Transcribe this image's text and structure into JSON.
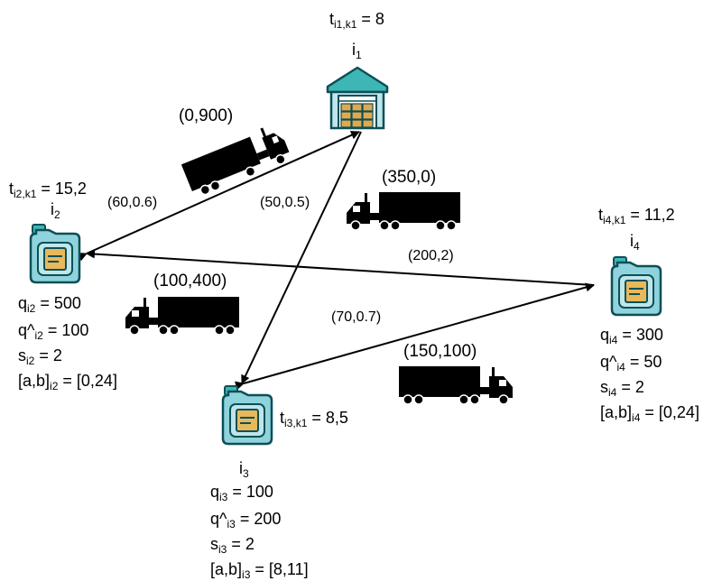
{
  "colors": {
    "accent": "#1a9e9e",
    "jerrycan_fill": "#8fd3dc",
    "jerrycan_label": "#e8b85a",
    "warehouse_roof": "#3fb6b6",
    "warehouse_box": "#e0a94c",
    "truck": "#000000",
    "arrow": "#000000"
  },
  "nodes": {
    "i1": {
      "label_base": "i",
      "label_sub": "1",
      "time_base": "t",
      "time_sub": "i1,k1",
      "time_value": "= 8",
      "icon": "warehouse-icon"
    },
    "i2": {
      "label_base": "i",
      "label_sub": "2",
      "time_base": "t",
      "time_sub": "i2,k1",
      "time_value": "= 15,2",
      "icon": "jerrycan-icon",
      "q_base": "q",
      "q_sub": "i2",
      "q_value": "= 500",
      "qhat_base": "q^",
      "qhat_sub": "i2",
      "qhat_value": "= 100",
      "s_base": "s",
      "s_sub": "i2",
      "s_value": "= 2",
      "ab_base": "[a,b]",
      "ab_sub": "i2",
      "ab_value": "= [0,24]"
    },
    "i3": {
      "label_base": "i",
      "label_sub": "3",
      "time_base": "t",
      "time_sub": "i3,k1",
      "time_value": "= 8,5",
      "icon": "jerrycan-icon",
      "q_base": "q",
      "q_sub": "i3",
      "q_value": "= 100",
      "qhat_base": "q^",
      "qhat_sub": "i3",
      "qhat_value": "= 200",
      "s_base": "s",
      "s_sub": "i3",
      "s_value": "= 2",
      "ab_base": "[a,b]",
      "ab_sub": "i3",
      "ab_value": "= [8,11]"
    },
    "i4": {
      "label_base": "i",
      "label_sub": "4",
      "time_base": "t",
      "time_sub": "i4,k1",
      "time_value": "= 11,2",
      "icon": "jerrycan-icon",
      "q_base": "q",
      "q_sub": "i4",
      "q_value": "= 300",
      "qhat_base": "q^",
      "qhat_sub": "i4",
      "qhat_value": "= 50",
      "s_base": "s",
      "s_sub": "i4",
      "s_value": "= 2",
      "ab_base": "[a,b]",
      "ab_sub": "i4",
      "ab_value": "= [0,24]"
    }
  },
  "edges": {
    "i2_i1": "(60,0.6)",
    "i1_i3": "(50,0.5)",
    "i4_i2": "(200,2)",
    "i3_i4": "(70,0.7)"
  },
  "trucks": {
    "t1": {
      "label": "(0,900)",
      "icon": "truck-icon"
    },
    "t2": {
      "label": "(350,0)",
      "icon": "truck-icon"
    },
    "t3": {
      "label": "(100,400)",
      "icon": "truck-icon"
    },
    "t4": {
      "label": "(150,100)",
      "icon": "truck-icon"
    }
  }
}
